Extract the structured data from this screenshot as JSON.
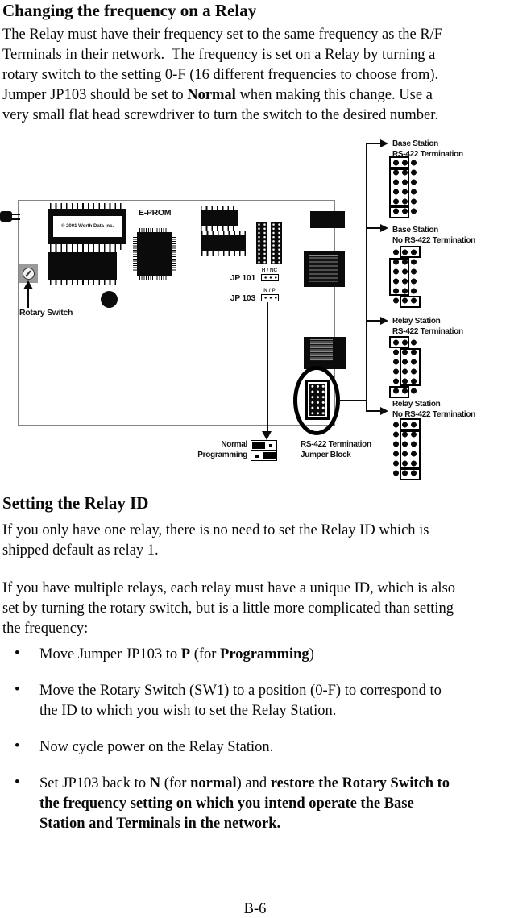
{
  "title": "Changing the frequency on a Relay",
  "bullet_char": "•",
  "intro_lines": [
    [
      {
        "t": "The Relay must have their frequency set to the same frequency as the R/F"
      }
    ],
    [
      {
        "t": "Terminals in their network.  The frequency is set on a Relay by turning a"
      }
    ],
    [
      {
        "t": "rotary switch to the setting 0-F (16 different frequencies to choose from)."
      }
    ],
    [
      {
        "t": "Jumper JP103 should be set to "
      },
      {
        "t": "Normal",
        "b": 1
      },
      {
        "t": " when making this change. Use a"
      }
    ],
    [
      {
        "t": "very small flat head screwdriver to turn the switch to the desired number."
      }
    ]
  ],
  "heading2": "Setting the Relay ID",
  "relay_id_p1_lines": [
    [
      {
        "t": "If you only have one relay, there is no need to set the Relay ID which is"
      }
    ],
    [
      {
        "t": "shipped default as relay 1."
      }
    ]
  ],
  "relay_id_p2_lines": [
    [
      {
        "t": "If you have multiple relays, each relay must have a unique ID, which is also"
      }
    ],
    [
      {
        "t": "set by turning the rotary switch, but is a little more complicated than setting"
      }
    ],
    [
      {
        "t": "the frequency:"
      }
    ]
  ],
  "bullets": [
    {
      "lines": [
        [
          {
            "t": "Move Jumper JP103 to "
          },
          {
            "t": "P",
            "b": 1
          },
          {
            "t": " (for "
          },
          {
            "t": "Programming",
            "b": 1
          },
          {
            "t": ")"
          }
        ]
      ]
    },
    {
      "lines": [
        [
          {
            "t": "Move the Rotary Switch (SW1) to a position (0-F) to correspond to"
          }
        ],
        [
          {
            "t": "the ID to which you wish to set the Relay Station."
          }
        ]
      ]
    },
    {
      "lines": [
        [
          {
            "t": "Now cycle power on the Relay Station."
          }
        ]
      ]
    },
    {
      "lines": [
        [
          {
            "t": "Set JP103 back to "
          },
          {
            "t": "N",
            "b": 1
          },
          {
            "t": " (for "
          },
          {
            "t": "normal",
            "b": 1
          },
          {
            "t": ") and "
          },
          {
            "t": "restore the Rotary Switch to",
            "b": 1
          }
        ],
        [
          {
            "t": "the frequency setting on which you intend operate the Base",
            "b": 1
          }
        ],
        [
          {
            "t": "Station and Terminals in the network.",
            "b": 1
          }
        ]
      ]
    }
  ],
  "diagram": {
    "eprom_title": "E-PROM",
    "chip_copyright": "© 2001 Worth Data Inc.",
    "rotary_switch_label": "Rotary Switch",
    "jp101_label": "JP 101",
    "jp101_pins": "H / NC",
    "jp103_label": "JP 103",
    "jp103_pins": "N / P",
    "legend": {
      "normal": "Normal",
      "programming": "Programming",
      "jumper_block_line1": "RS-422 Termination",
      "jumper_block_line2": "Jumper Block"
    },
    "jumper_blocks": [
      {
        "line1": "Base Station",
        "line2": "RS-422 Termination",
        "top": "left",
        "mid": "left",
        "bottom": "left"
      },
      {
        "line1": "Base Station",
        "line2": "No RS-422 Termination",
        "top": "right",
        "mid": "left",
        "bottom": "right"
      },
      {
        "line1": "Relay Station",
        "line2": "RS-422 Termination",
        "top": "left",
        "mid": "right",
        "bottom": "left"
      },
      {
        "line1": "Relay Station",
        "line2": "No RS-422 Termination",
        "top": "right",
        "mid": "right",
        "bottom": "right"
      }
    ]
  },
  "footer": {
    "page_number": "B-6"
  }
}
